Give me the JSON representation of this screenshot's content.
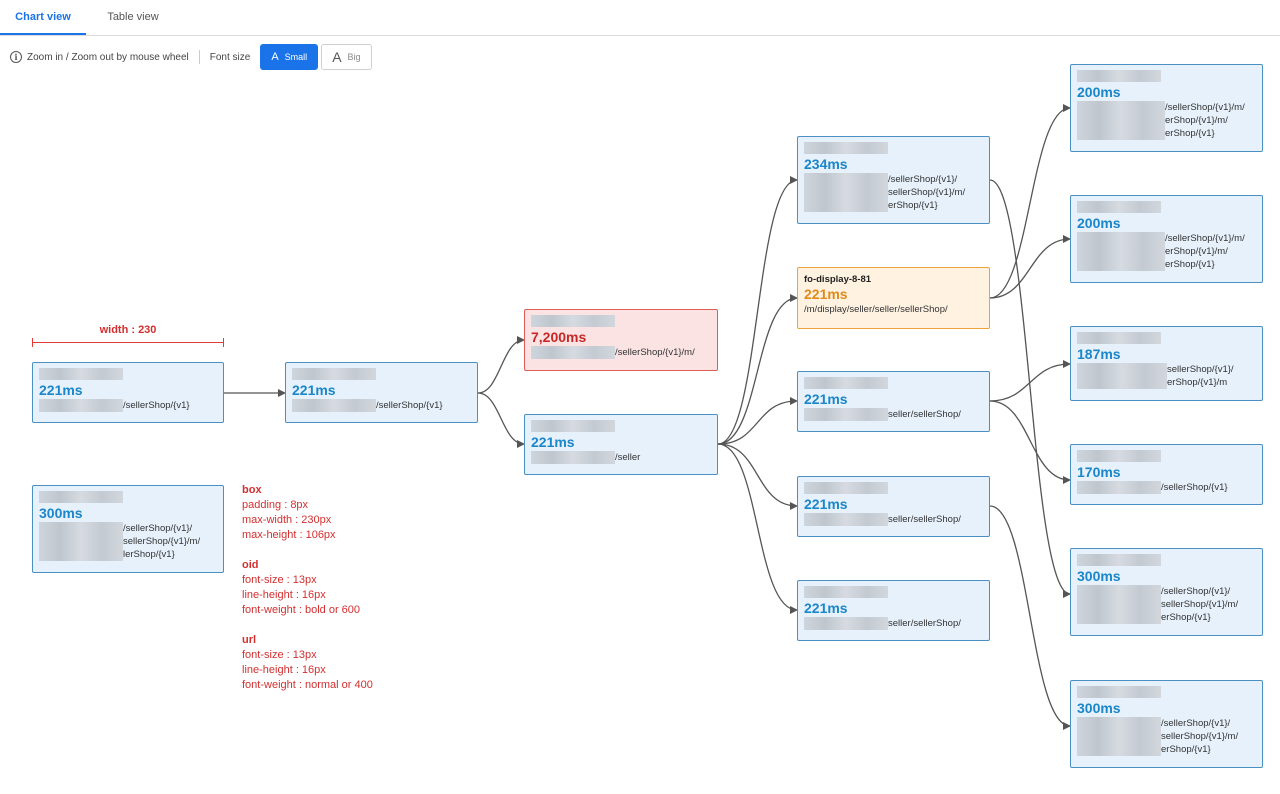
{
  "tabs": [
    {
      "label": "Chart view",
      "active": true
    },
    {
      "label": "Table view",
      "active": false
    }
  ],
  "toolbar": {
    "zoom_hint": "Zoom in / Zoom out by mouse wheel",
    "font_size_label": "Font size",
    "small_label": "Small",
    "big_label": "Big",
    "font_glyph": "A"
  },
  "annotations": {
    "width_label": "width : 230",
    "box_title": "box",
    "box_lines": [
      "padding : 8px",
      "max-width : 230px",
      "max-height : 106px"
    ],
    "oid_title": "oid",
    "oid_lines": [
      "font-size : 13px",
      "line-height : 16px",
      "font-weight : bold or 600"
    ],
    "url_title": "url",
    "url_lines": [
      "font-size : 13px",
      "line-height : 16px",
      "font-weight : normal or 400"
    ]
  },
  "colors": {
    "accent": "#1a73e8",
    "node_border": "#4a90c2",
    "node_bg": "#e6f1fb",
    "error": "#c62828",
    "warning": "#e08a1a"
  },
  "nodes": {
    "n1": {
      "ms": "221ms",
      "url": "/sellerShop/{v1}"
    },
    "n2": {
      "ms": "221ms",
      "url": "/sellerShop/{v1}"
    },
    "n3": {
      "ms": "300ms",
      "url": "/sellerShop/{v1}/\nsellerShop/{v1}/m/\nlerShop/{v1}"
    },
    "n4": {
      "ms": "7,200ms",
      "url": "/sellerShop/{v1}/m/"
    },
    "n5": {
      "ms": "221ms",
      "url": "/seller"
    },
    "n6": {
      "ms": "234ms",
      "url": "/sellerShop/{v1}/\nsellerShop/{v1}/m/\nerShop/{v1}"
    },
    "n7": {
      "oid": "fo-display-8-81",
      "ms": "221ms",
      "url": "/m/display/seller/seller/sellerShop/"
    },
    "n8": {
      "ms": "221ms",
      "url": "seller/sellerShop/"
    },
    "n9": {
      "ms": "221ms",
      "url": "seller/sellerShop/"
    },
    "n10": {
      "ms": "221ms",
      "url": "seller/sellerShop/"
    },
    "n11": {
      "ms": "200ms",
      "url": "/sellerShop/{v1}/m/\nerShop/{v1}/m/\nerShop/{v1}"
    },
    "n12": {
      "ms": "200ms",
      "url": "/sellerShop/{v1}/m/\nerShop/{v1}/m/\nerShop/{v1}"
    },
    "n13": {
      "ms": "187ms",
      "url": "sellerShop/{v1}/\nerShop/{v1}/m"
    },
    "n14": {
      "ms": "170ms",
      "url": "/sellerShop/{v1}"
    },
    "n15": {
      "ms": "300ms",
      "url": "/sellerShop/{v1}/\nsellerShop/{v1}/m/\nerShop/{v1}"
    },
    "n16": {
      "ms": "300ms",
      "url": "/sellerShop/{v1}/\nsellerShop/{v1}/m/\nerShop/{v1}"
    }
  }
}
